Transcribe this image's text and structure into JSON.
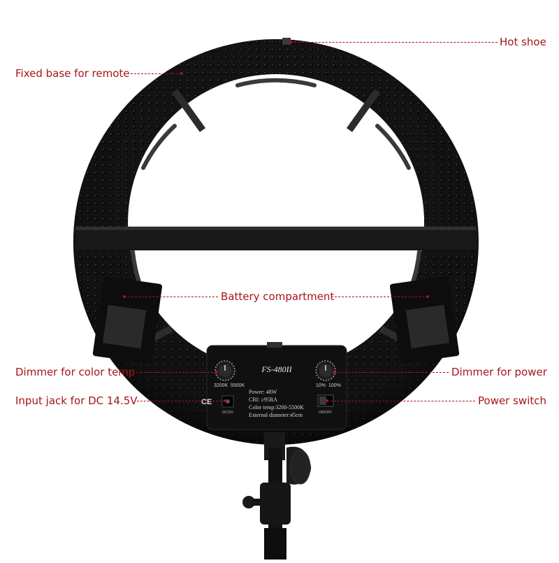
{
  "callouts": {
    "hot_shoe": "Hot shoe",
    "fixed_base": "Fixed base for remote",
    "battery": "Battery compartment",
    "dimmer_color": "Dimmer for color temp",
    "dimmer_power": "Dimmer for power",
    "input_jack": "Input jack for DC 14.5V",
    "power_switch": "Power switch"
  },
  "panel": {
    "model": "FS-480II",
    "color_min": "3200K",
    "color_max": "5500K",
    "power_min": "10%",
    "power_max": "100%",
    "ce_mark": "CE",
    "dc_label": "DC15V",
    "switch_label": "ON/OFF",
    "spec_power": "Power: 48W",
    "spec_cri": "CRI: ≥95RA",
    "spec_color": "Color temp:3200-5500K",
    "spec_diameter": "External diameter:45cm"
  },
  "colors": {
    "callout": "#a8141a",
    "ring": "#141414",
    "background": "#ffffff"
  }
}
